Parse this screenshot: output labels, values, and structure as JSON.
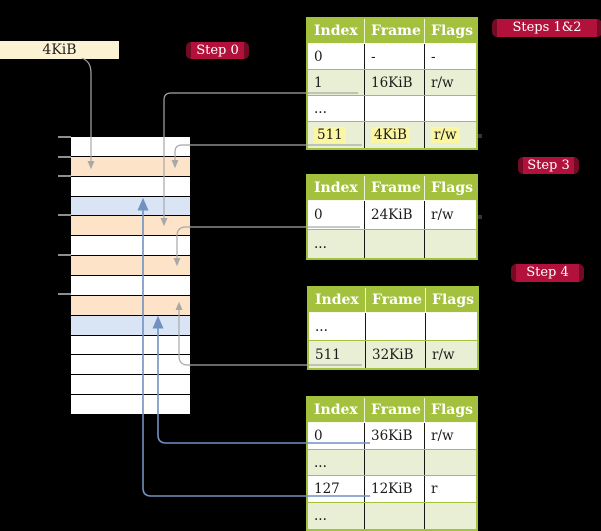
{
  "labels": {
    "frame_size": "4KiB"
  },
  "badges": [
    {
      "label": "Step 0"
    },
    {
      "label": "Steps 1&2"
    },
    {
      "label": "Step 3"
    },
    {
      "label": "Step 4"
    }
  ],
  "tables": [
    {
      "headers": [
        "Index",
        "Frame",
        "Flags"
      ],
      "rows": [
        {
          "index": "0",
          "frame": "-",
          "flags": "-"
        },
        {
          "index": "1",
          "frame": "16KiB",
          "flags": "r/w"
        },
        {
          "index": "...",
          "frame": "",
          "flags": ""
        },
        {
          "index": "511",
          "frame": "4KiB",
          "flags": "r/w",
          "highlighted": true
        }
      ]
    },
    {
      "headers": [
        "Index",
        "Frame",
        "Flags"
      ],
      "rows": [
        {
          "index": "0",
          "frame": "24KiB",
          "flags": "r/w"
        },
        {
          "index": "...",
          "frame": "",
          "flags": ""
        }
      ]
    },
    {
      "headers": [
        "Index",
        "Frame",
        "Flags"
      ],
      "rows": [
        {
          "index": "...",
          "frame": "",
          "flags": ""
        },
        {
          "index": "511",
          "frame": "32KiB",
          "flags": "r/w"
        }
      ]
    },
    {
      "headers": [
        "Index",
        "Frame",
        "Flags"
      ],
      "rows": [
        {
          "index": "0",
          "frame": "36KiB",
          "flags": "r/w"
        },
        {
          "index": "...",
          "frame": "",
          "flags": ""
        },
        {
          "index": "127",
          "frame": "12KiB",
          "flags": "r"
        },
        {
          "index": "...",
          "frame": "",
          "flags": ""
        }
      ]
    }
  ],
  "memory": {
    "row_fills": [
      "#ffffff",
      "#fde3c8",
      "#ffffff",
      "#d9e5f5",
      "#fde3c8",
      "#ffffff",
      "#fde3c8",
      "#ffffff",
      "#fde3c8",
      "#d9e5f5",
      "#ffffff",
      "#ffffff",
      "#ffffff",
      "#ffffff"
    ]
  },
  "colors": {
    "background": "#000000",
    "badge_crimson": "#b1113a",
    "badge_edge": "#740b24",
    "table_header_green": "#a3c13d",
    "table_row_green": "#e9efd5",
    "memory_orange": "#fde3c8",
    "memory_blue": "#d9e5f5",
    "highlight_yellow": "#fbf6a2",
    "label_cream": "#fbf2d4",
    "arrow_gray": "#a8a8a8",
    "arrow_blue": "#7191c1"
  }
}
